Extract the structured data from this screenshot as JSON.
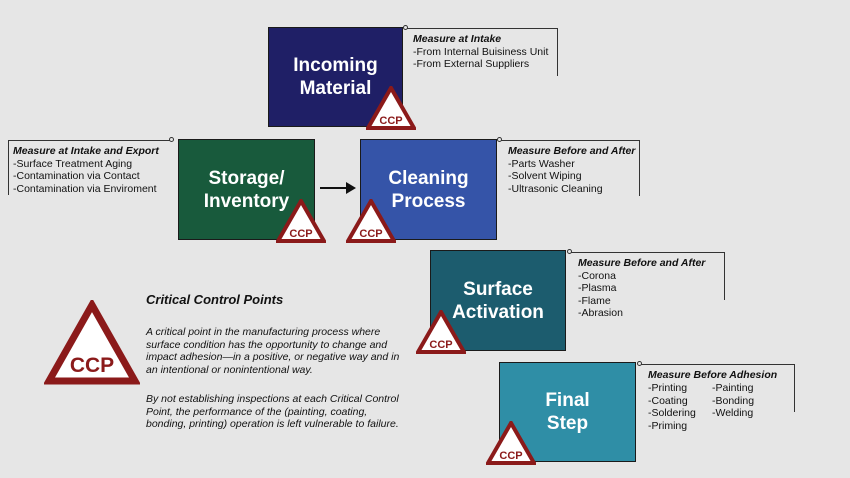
{
  "boxes": {
    "incoming": {
      "label": "Incoming\nMaterial",
      "color": "#1f1f66"
    },
    "storage": {
      "label": "Storage/\nInventory",
      "color": "#185a3c"
    },
    "cleaning": {
      "label": "Cleaning\nProcess",
      "color": "#3554a8"
    },
    "surface": {
      "label": "Surface\nActivation",
      "color": "#1c5c6e"
    },
    "final": {
      "label": "Final\nStep",
      "color": "#2f8ea6"
    }
  },
  "ccp_label": "CCP",
  "ccp_color": "#8b1a1a",
  "notes": {
    "incoming": {
      "title": "Measure at Intake",
      "items": [
        "-From Internal Buisiness Unit",
        "-From External Suppliers"
      ]
    },
    "storage": {
      "title": "Measure at Intake and Export",
      "items": [
        "-Surface Treatment Aging",
        "-Contamination via Contact",
        "-Contamination via Enviroment"
      ]
    },
    "cleaning": {
      "title": "Measure Before and After",
      "items": [
        "-Parts Washer",
        "-Solvent Wiping",
        "-Ultrasonic Cleaning"
      ]
    },
    "surface": {
      "title": "Measure Before and After",
      "items": [
        "-Corona",
        "-Plasma",
        "-Flame",
        "-Abrasion"
      ]
    },
    "final": {
      "title": "Measure Before Adhesion",
      "col1": [
        "-Printing",
        "-Coating",
        "-Soldering",
        "-Priming"
      ],
      "col2": [
        "-Painting",
        "-Bonding",
        "-Welding"
      ]
    }
  },
  "legend": {
    "title": "Critical Control Points",
    "ccp_label": "CCP",
    "paragraph1": "A critical point in the manufacturing process where surface condition has the opportunity to change and impact adhesion—in a positive, or negative way and in an intentional or nonintentional way.",
    "paragraph2": "By not establishing inspections at each Critical Control Point, the performance of the (painting, coating, bonding, printing) operation is left vulnerable to failure."
  }
}
